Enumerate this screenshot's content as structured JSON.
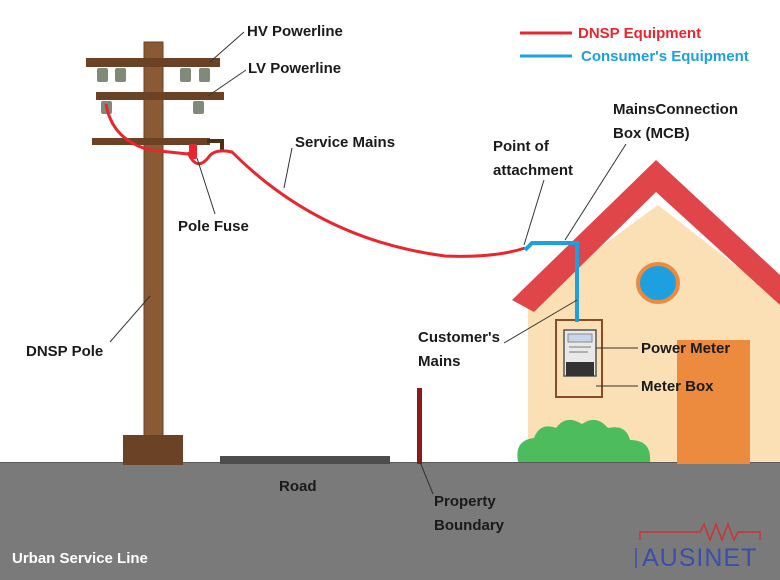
{
  "colors": {
    "dnsp": "#e8262e",
    "consumer": "#1ea0e0",
    "pole": "#8a5a35",
    "ground": "#7a7a7a",
    "wall": "#fae0b4",
    "roof": "#e0454a",
    "door": "#ec8a3e",
    "bush": "#4cbc5c",
    "logo": "#3b4fa8"
  },
  "legend": {
    "dnsp_label": "DNSP Equipment",
    "consumer_label": "Consumer's Equipment"
  },
  "labels": {
    "hv_powerline": "HV Powerline",
    "lv_powerline": "LV Powerline",
    "service_mains": "Service Mains",
    "pole_fuse": "Pole Fuse",
    "dnsp_pole": "DNSP Pole",
    "point_of_attachment_1": "Point of",
    "point_of_attachment_2": "attachment",
    "mcb_1": "MainsConnection",
    "mcb_2": "Box (MCB)",
    "customers_mains_1": "Customer's",
    "customers_mains_2": "Mains",
    "power_meter": "Power Meter",
    "meter_box": "Meter Box",
    "road": "Road",
    "property_boundary_1": "Property",
    "property_boundary_2": "Boundary"
  },
  "footer": {
    "title": "Urban Service Line",
    "logo": "AUSINET"
  },
  "icons": [
    "pole-icon",
    "house-icon",
    "meter-icon",
    "bush-icon",
    "resistor-logo-icon"
  ]
}
